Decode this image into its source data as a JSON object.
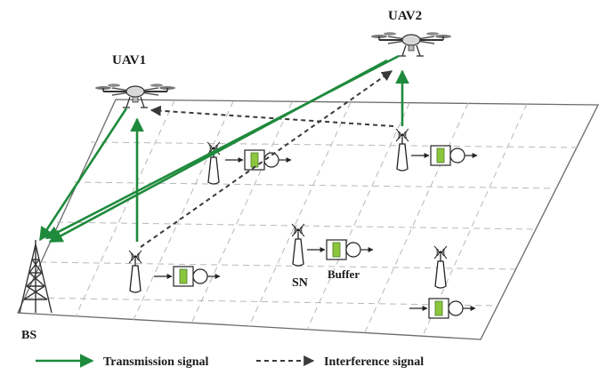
{
  "labels": {
    "uav1": "UAV1",
    "uav2": "UAV2",
    "bs": "BS",
    "sn": "SN",
    "buffer": "Buffer"
  },
  "legend": {
    "transmission": "Transmission signal",
    "interference": "Interference signal"
  },
  "colors": {
    "transmission": "#1e8a3c",
    "interference": "#3a3a3a",
    "grid": "#b0b0b0",
    "buffer_fill": "#8cc63f"
  }
}
